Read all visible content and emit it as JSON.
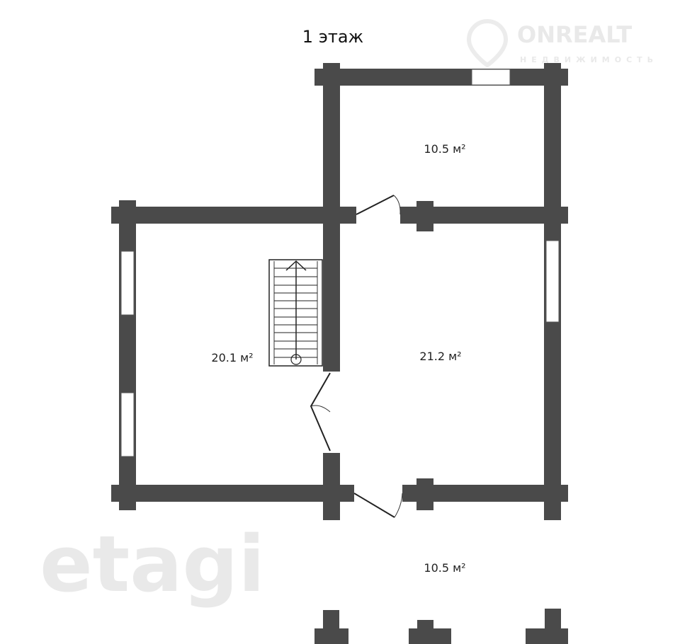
{
  "title": "1 этаж",
  "watermarks": {
    "brand": "ONREALT",
    "brand_sub": "НЕДВИЖИМОСТЬ",
    "center": "etagi"
  },
  "rooms": [
    {
      "area": "10.5 м²"
    },
    {
      "area": "20.1 м²"
    },
    {
      "area": "21.2 м²"
    },
    {
      "area": "10.5 м²"
    }
  ],
  "colors": {
    "wall": "#4a4a4a"
  }
}
